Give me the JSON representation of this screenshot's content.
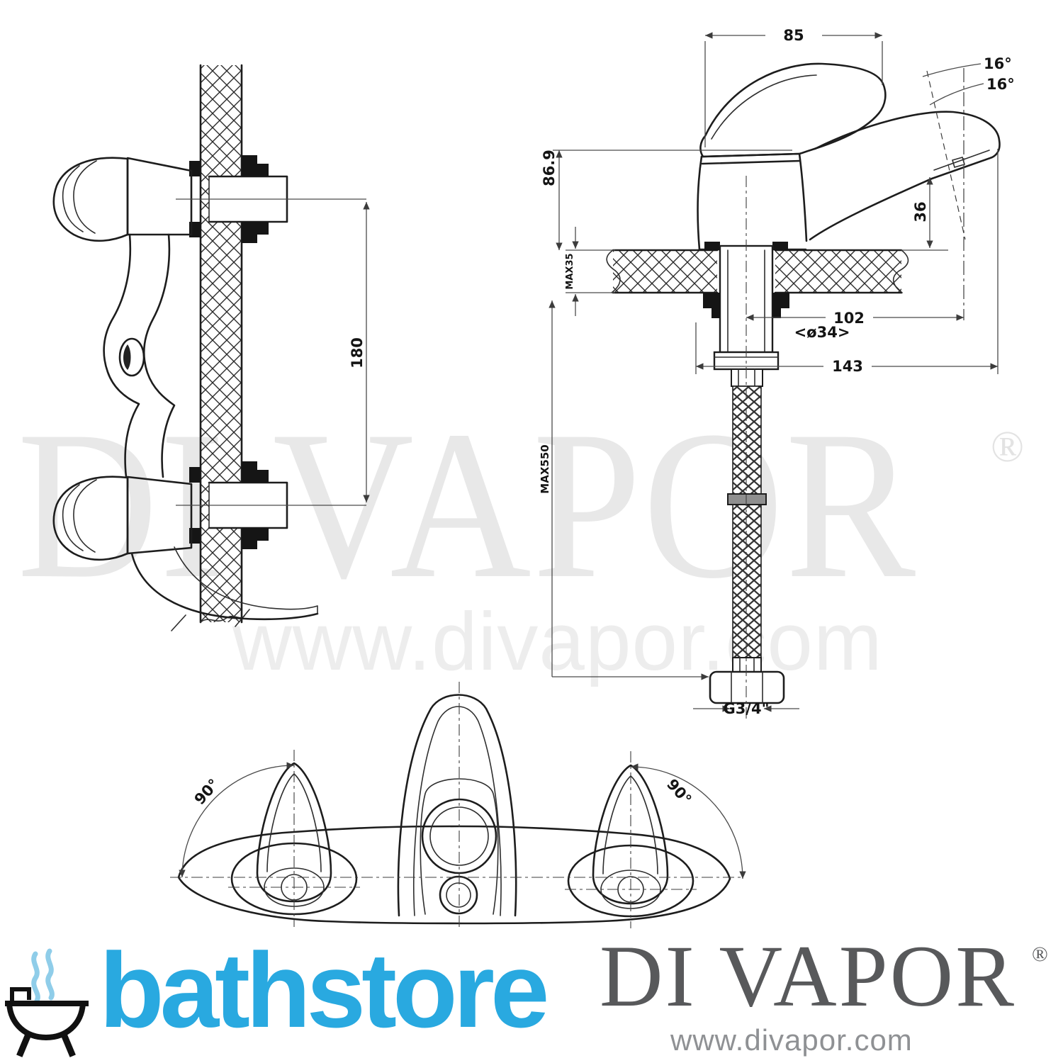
{
  "watermark": {
    "brand": "DI VAPOR",
    "registered": "®",
    "url": "www.divapor.com"
  },
  "footer": {
    "bathstore_label": "bathstore",
    "divapor_label": "DI VAPOR",
    "divapor_registered": "®",
    "divapor_url": "www.divapor.com"
  },
  "diagram": {
    "front_view": {
      "dims": {
        "spout_width": "85",
        "angle_top": "16°",
        "angle_bottom": "16°",
        "height": "86.9",
        "spout_to_deck": "36",
        "deck_max": "MAX35",
        "reach_center": "102",
        "shank_diameter": "<ø34>",
        "reach_overall": "143",
        "hose_max": "MAX550",
        "thread": "G3/4\""
      }
    },
    "side_view": {
      "dims": {
        "centres": "180"
      }
    },
    "plan_view": {
      "dims": {
        "swing_left": "90°",
        "swing_right": "90°"
      }
    }
  }
}
